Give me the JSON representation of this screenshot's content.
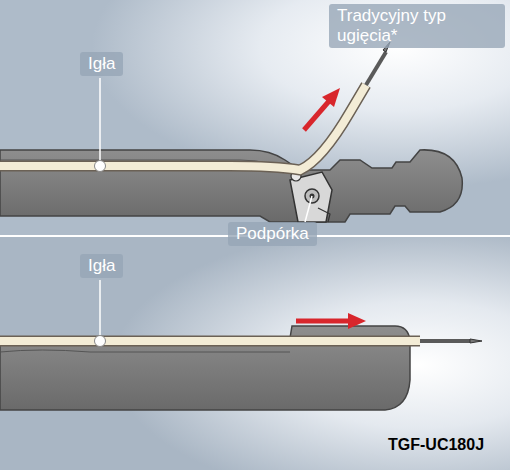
{
  "diagram": {
    "labels": [
      "Igła",
      "Tradycyjny typ ugięcia*",
      "Podpórka",
      "Igła",
      "TGF-UC180J"
    ]
  }
}
